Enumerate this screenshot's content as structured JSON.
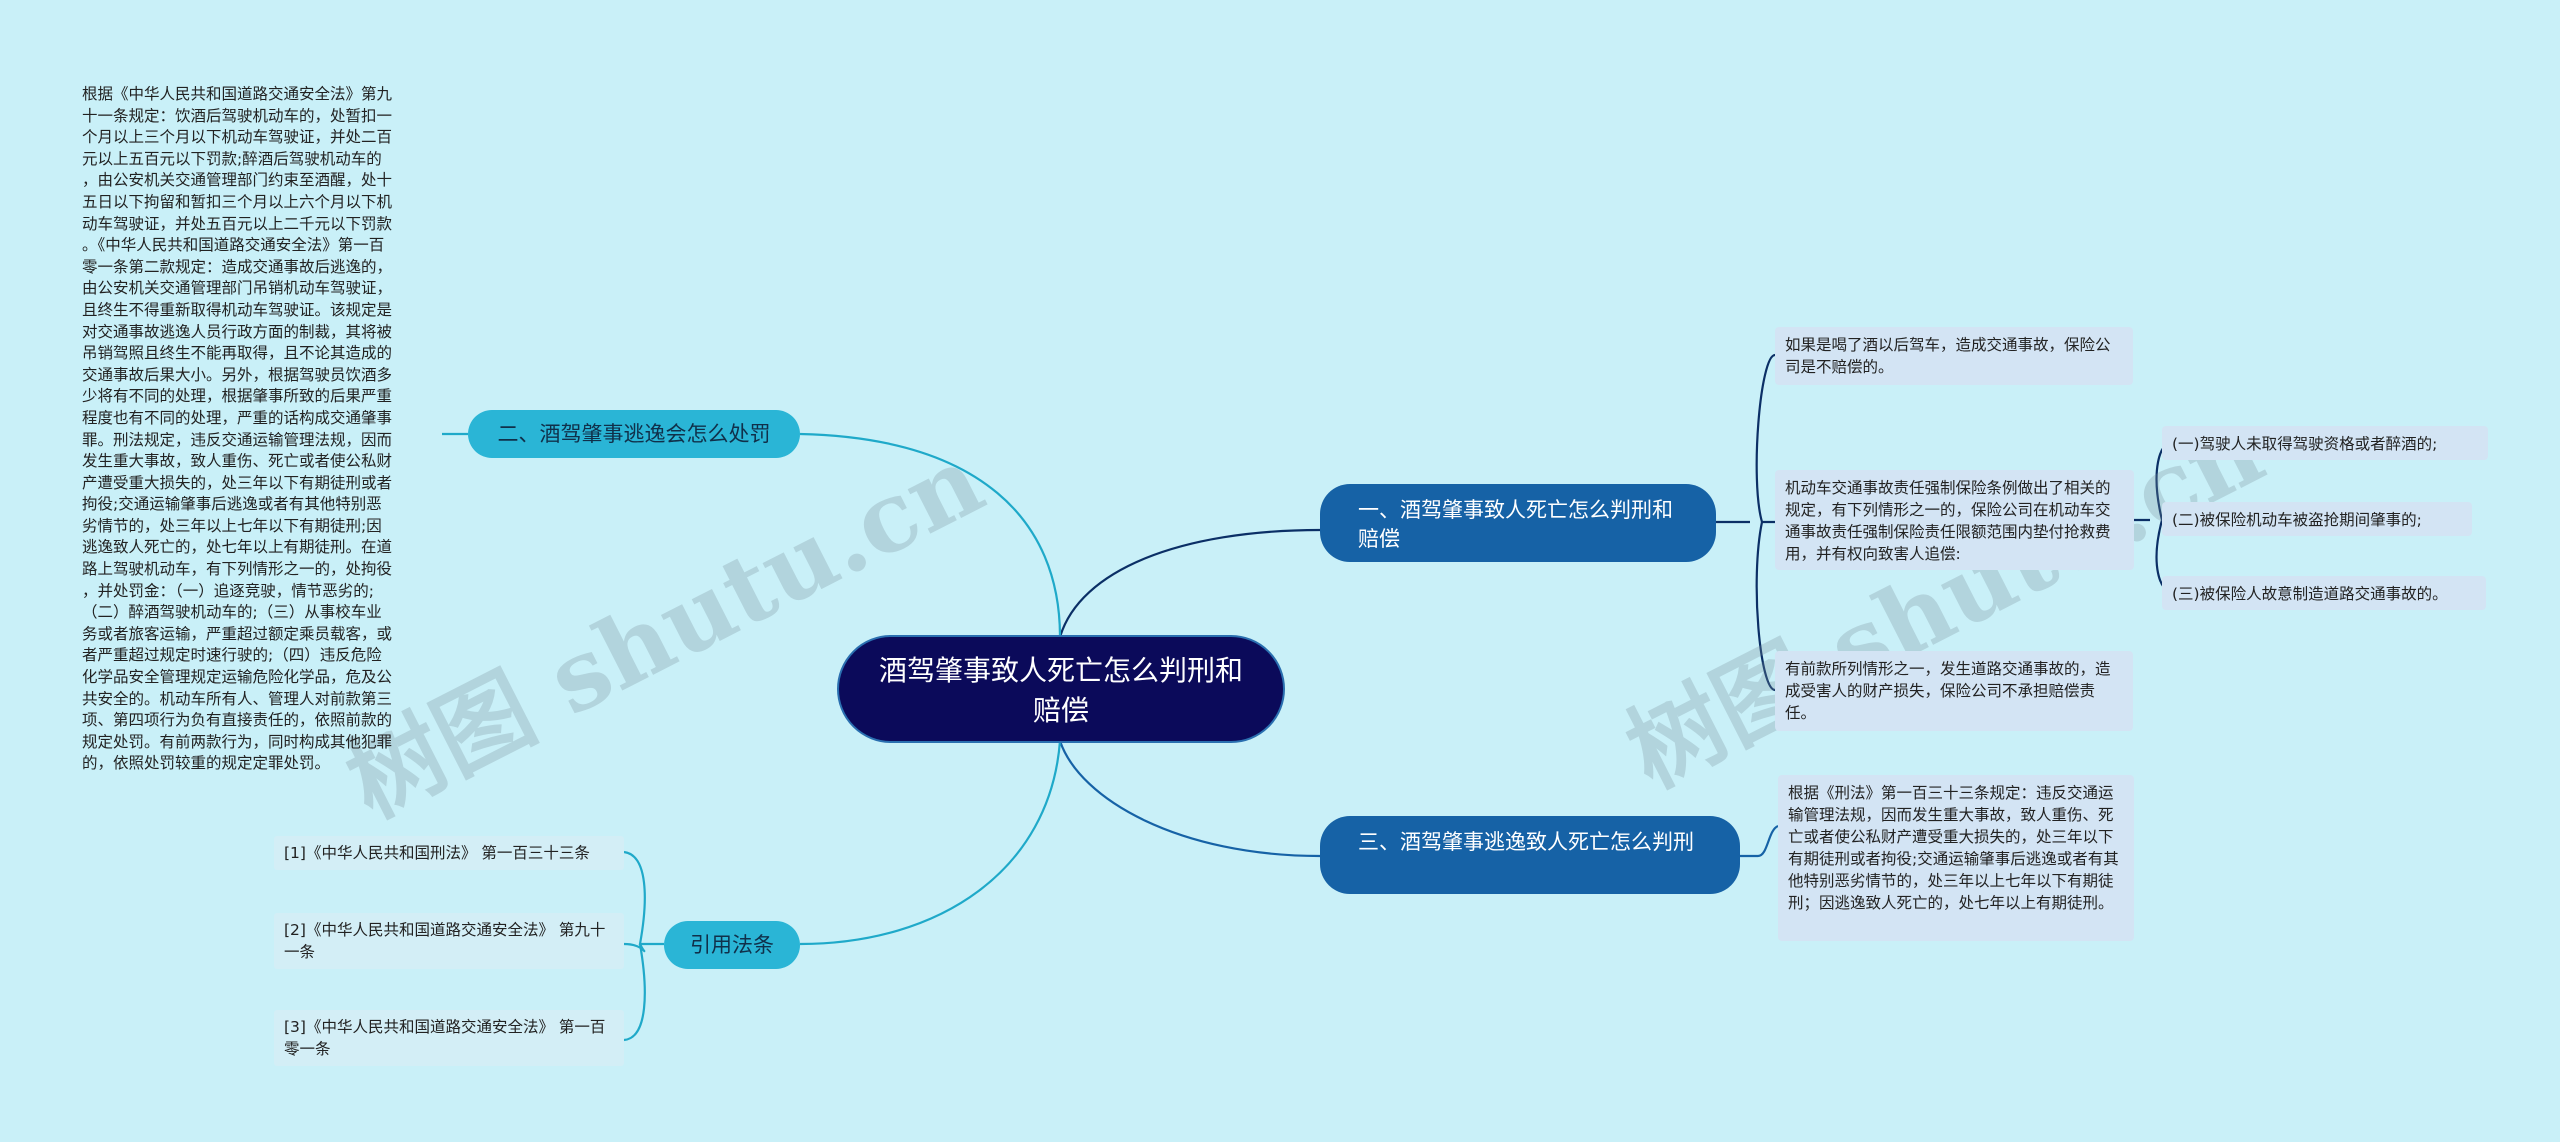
{
  "colors": {
    "background": "#c9f0f8",
    "root": "#0b0a5a",
    "branch_dark": "#1662a6",
    "branch_light": "#2ab5d6",
    "leaf": "#d3e4f4",
    "edge_dark": "#0b2f66",
    "edge_light": "#1fa9c9"
  },
  "watermark": {
    "left": "树图 shutu.cn",
    "right": "树图 shutu.cn"
  },
  "root": {
    "title": "酒驾肇事致人死亡怎么判刑和赔偿"
  },
  "branches": {
    "b1": {
      "label": "一、酒驾肇事致人死亡怎么判刑和赔偿",
      "leaves": {
        "l1": "如果是喝了酒以后驾车，造成交通事故，保险公司是不赔偿的。",
        "l2": "机动车交通事故责任强制保险条例做出了相关的规定，有下列情形之一的，保险公司在机动车交通事故责任强制保险责任限额范围内垫付抢救费用，并有权向致害人追偿:",
        "l3": "有前款所列情形之一，发生道路交通事故的，造成受害人的财产损失，保险公司不承担赔偿责任。"
      },
      "sub": {
        "s1": "(一)驾驶人未取得驾驶资格或者醉酒的;",
        "s2": "(二)被保险机动车被盗抢期间肇事的;",
        "s3": "(三)被保险人故意制造道路交通事故的。"
      }
    },
    "b2": {
      "label": "二、酒驾肇事逃逸会怎么处罚",
      "text": "根据《中华人民共和国道路交通安全法》第九\n十一条规定：饮酒后驾驶机动车的，处暂扣一\n个月以上三个月以下机动车驾驶证，并处二百\n元以上五百元以下罚款;醉酒后驾驶机动车的\n，由公安机关交通管理部门约束至酒醒，处十\n五日以下拘留和暂扣三个月以上六个月以下机\n动车驾驶证，并处五百元以上二千元以下罚款\n。《中华人民共和国道路交通安全法》第一百\n零一条第二款规定：造成交通事故后逃逸的，\n由公安机关交通管理部门吊销机动车驾驶证，\n且终生不得重新取得机动车驾驶证。该规定是\n对交通事故逃逸人员行政方面的制裁，其将被\n吊销驾照且终生不能再取得，且不论其造成的\n交通事故后果大小。另外，根据驾驶员饮酒多\n少将有不同的处理，根据肇事所致的后果严重\n程度也有不同的处理，严重的话构成交通肇事\n罪。刑法规定，违反交通运输管理法规，因而\n发生重大事故，致人重伤、死亡或者使公私财\n产遭受重大损失的，处三年以下有期徒刑或者\n拘役;交通运输肇事后逃逸或者有其他特别恶\n劣情节的，处三年以上七年以下有期徒刑;因\n逃逸致人死亡的，处七年以上有期徒刑。在道\n路上驾驶机动车，有下列情形之一的，处拘役\n，并处罚金：（一）追逐竞驶，情节恶劣的;\n（二）醉酒驾驶机动车的;（三）从事校车业\n务或者旅客运输，严重超过额定乘员载客，或\n者严重超过规定时速行驶的;（四）违反危险\n化学品安全管理规定运输危险化学品，危及公\n共安全的。机动车所有人、管理人对前款第三\n项、第四项行为负有直接责任的，依照前款的\n规定处罚。有前两款行为，同时构成其他犯罪\n的，依照处罚较重的规定定罪处罚。"
    },
    "b3": {
      "label": "三、酒驾肇事逃逸致人死亡怎么判刑",
      "leaf": "根据《刑法》第一百三十三条规定：违反交通运输管理法规，因而发生重大事故，致人重伤、死亡或者使公私财产遭受重大损失的，处三年以下有期徒刑或者拘役;交通运输肇事后逃逸或者有其他特别恶劣情节的，处三年以上七年以下有期徒刑；因逃逸致人死亡的，处七年以上有期徒刑。"
    },
    "b4": {
      "label": "引用法条",
      "refs": {
        "r1": "[1]《中华人民共和国刑法》 第一百三十三条",
        "r2": "[2]《中华人民共和国道路交通安全法》 第九十一条",
        "r3": "[3]《中华人民共和国道路交通安全法》 第一百零一条"
      }
    }
  }
}
